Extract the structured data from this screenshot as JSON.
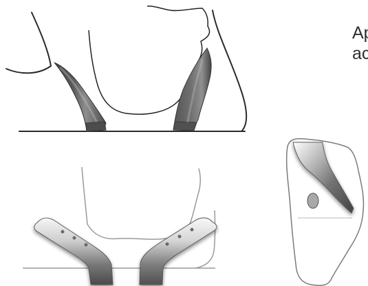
{
  "caption": {
    "line_1": "Ap",
    "line_2": "ac"
  },
  "colors": {
    "background": "#ffffff",
    "outline_dark": "#2b2b2b",
    "outline_light": "#9a9a9a",
    "horn_dark": "#4e4e4e",
    "horn_mid": "#8a8a8a",
    "horn_light": "#efefef",
    "marker": "#a8a8a8"
  },
  "icons": {
    "top_view": "horn-attachment-top-diagram",
    "front_view": "horn-attachment-front-diagram",
    "side_view": "horn-side-detail-diagram"
  }
}
